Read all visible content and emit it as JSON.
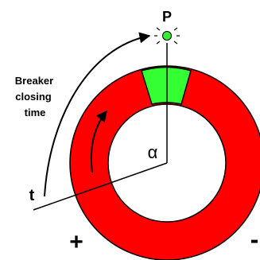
{
  "labels": {
    "point": "P",
    "arc_label_line1": "Breaker",
    "arc_label_line2": "closing",
    "arc_label_line3": "time",
    "angle": "α",
    "time_axis": "t",
    "plus": "+",
    "minus": "-"
  },
  "colors": {
    "ring": "#ff0000",
    "window": "#33ff33",
    "lamp": "#33ee33",
    "ink": "#000000",
    "background": "#ffffff"
  }
}
